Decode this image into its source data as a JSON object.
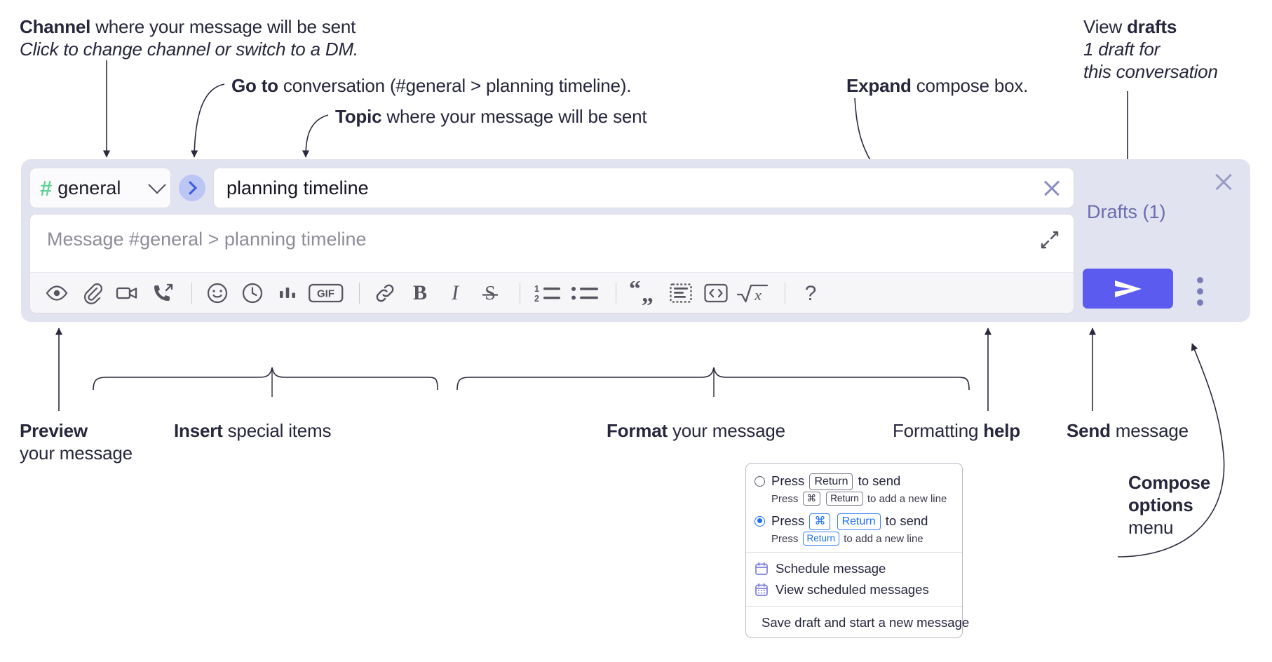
{
  "annotations": {
    "channel": {
      "bold": "Channel",
      "rest": " where your message will be sent",
      "italic": "Click to change channel or switch to a DM."
    },
    "goto": {
      "bold": "Go to",
      "rest": " conversation (#general > planning timeline)."
    },
    "topic": {
      "bold": "Topic",
      "rest": " where your message will be sent"
    },
    "expand": {
      "bold": "Expand",
      "rest": " compose box."
    },
    "drafts": {
      "plain": "View ",
      "bold": "drafts",
      "italic1": "1 draft for",
      "italic2": "this conversation"
    },
    "preview": {
      "bold": "Preview",
      "line2": "your message"
    },
    "insert": {
      "bold": "Insert",
      "rest": " special items"
    },
    "format": {
      "bold": "Format",
      "rest": " your message"
    },
    "formatting_help": {
      "plain": "Formatting ",
      "bold": "help"
    },
    "send": {
      "bold": "Send",
      "rest": " message"
    },
    "compose_options": {
      "bold1": "Compose",
      "bold2": "options",
      "plain": "menu"
    }
  },
  "compose": {
    "channel": {
      "hash": "#",
      "name": "general",
      "chevron_icon": "chevron-down-icon"
    },
    "goto_icon": "chevron-right-icon",
    "topic": {
      "value": "planning timeline",
      "clear_icon": "close-icon"
    },
    "message": {
      "placeholder": "Message #general > planning timeline",
      "expand_icon": "expand-icon"
    },
    "toolbar": [
      {
        "name": "preview-button",
        "icon": "eye-icon"
      },
      {
        "name": "attach-file-button",
        "icon": "paperclip-icon"
      },
      {
        "name": "record-video-button",
        "icon": "video-camera-icon"
      },
      {
        "name": "record-audio-button",
        "icon": "phone-outgoing-icon"
      },
      {
        "name": "separator-1",
        "icon": "separator"
      },
      {
        "name": "emoji-button",
        "icon": "smiley-icon"
      },
      {
        "name": "reminder-button",
        "icon": "clock-icon"
      },
      {
        "name": "poll-button",
        "icon": "bar-chart-icon"
      },
      {
        "name": "gif-button",
        "icon": "gif-icon",
        "label": "GIF"
      },
      {
        "name": "separator-2",
        "icon": "separator"
      },
      {
        "name": "link-button",
        "icon": "link-icon"
      },
      {
        "name": "bold-button",
        "icon": "bold-icon",
        "label": "B"
      },
      {
        "name": "italic-button",
        "icon": "italic-icon",
        "label": "I"
      },
      {
        "name": "strikethrough-button",
        "icon": "strikethrough-icon",
        "label": "S"
      },
      {
        "name": "separator-3",
        "icon": "separator"
      },
      {
        "name": "ordered-list-button",
        "icon": "ordered-list-icon"
      },
      {
        "name": "bullet-list-button",
        "icon": "bullet-list-icon"
      },
      {
        "name": "separator-4",
        "icon": "separator"
      },
      {
        "name": "blockquote-button",
        "icon": "quote-icon"
      },
      {
        "name": "code-block-button",
        "icon": "code-block-icon"
      },
      {
        "name": "inline-code-button",
        "icon": "code-brackets-icon"
      },
      {
        "name": "math-button",
        "icon": "square-root-x-icon"
      },
      {
        "name": "separator-5",
        "icon": "separator"
      },
      {
        "name": "formatting-help-button",
        "icon": "question-mark-icon",
        "label": "?"
      }
    ],
    "right_rail": {
      "close_icon": "close-icon",
      "drafts_label": "Drafts (1)",
      "send_icon": "send-paper-plane-icon",
      "kebab_icon": "vertical-dots-icon"
    }
  },
  "options_menu": {
    "radio_options": [
      {
        "selected": false,
        "main_prefix": "Press",
        "main_keys": [
          "Return"
        ],
        "main_suffix": "to send",
        "sub_prefix": "Press",
        "sub_keys": [
          "⌘",
          "Return"
        ],
        "sub_suffix": "to add a new line",
        "highlight": false
      },
      {
        "selected": true,
        "main_prefix": "Press",
        "main_keys": [
          "⌘",
          "Return"
        ],
        "main_suffix": "to send",
        "sub_prefix": "Press",
        "sub_keys": [
          "Return"
        ],
        "sub_suffix": "to add a new line",
        "highlight": true
      }
    ],
    "items": [
      {
        "icon": "calendar-icon",
        "label": "Schedule message"
      },
      {
        "icon": "calendar-grid-icon",
        "label": "View scheduled messages"
      },
      {
        "divider_before": true,
        "icon": "save-draft-icon",
        "label": "Save draft and start a new message"
      }
    ]
  },
  "colors": {
    "panel_bg": "#e2e3f0",
    "accent_send": "#5b5bf0",
    "channel_hash_green": "#63d297",
    "goto_circle": "#bcc6f5",
    "drafts_text": "#6a6cad",
    "menu_icon_purple": "#7b7ddb",
    "radio_blue": "#1b6ef5"
  }
}
